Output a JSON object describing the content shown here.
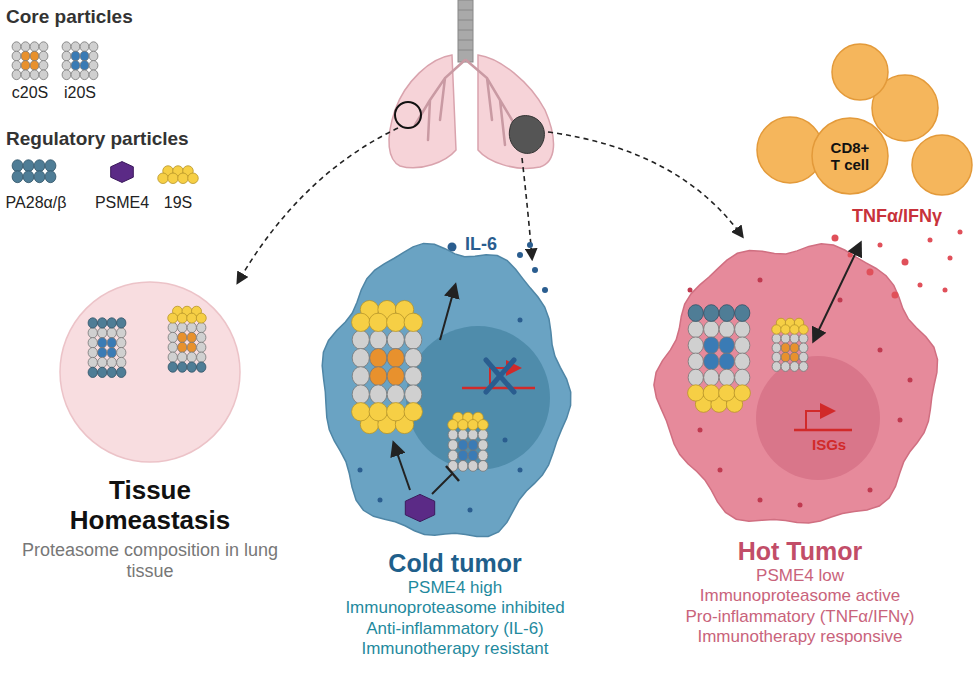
{
  "diagram": {
    "nodes": [
      {
        "text": [
          "Tissue Homeastasis",
          "Proteasome composition in lung tissue"
        ]
      },
      {
        "text": [
          "Cold tumor",
          "PSME4 high",
          "Immunoproteasome inhibited",
          "Anti-inflammatory (IL-6)",
          "Immunotherapy resistant"
        ]
      },
      {
        "text": [
          "Hot Tumor",
          "PSME4 low",
          "Immunoproteasome active",
          "Pro-inflammatory (TNFα/IFNγ)",
          "Immunotherapy responsive"
        ]
      },
      {
        "text": [
          "CD8+ T cell"
        ]
      }
    ],
    "labels": [
      "Core particles",
      "c20S",
      "i20S",
      "Regulatory particles",
      "PA28α/β",
      "PSME4",
      "19S",
      "IL-6",
      "TNFα/IFNγ",
      "ISGs"
    ]
  }
}
